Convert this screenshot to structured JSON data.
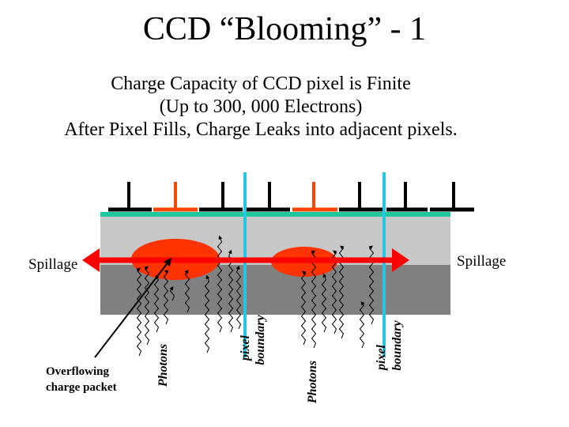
{
  "slide": {
    "title": "CCD “Blooming” - 1",
    "subtitle_lines": [
      "Charge Capacity of CCD pixel is Finite",
      "(Up to 300, 000 Electrons)",
      "After Pixel Fills, Charge Leaks into adjacent pixels."
    ]
  },
  "diagram": {
    "labels": {
      "spillage_left": "Spillage",
      "spillage_right": "Spillage",
      "overflow_line1": "Overflowing",
      "overflow_line2": "charge packet",
      "photons_1": "Photons",
      "photons_2": "Photons",
      "pixel_boundary_1_line1": "pixel",
      "pixel_boundary_1_line2": "boundary",
      "pixel_boundary_2_line1": "pixel",
      "pixel_boundary_2_line2": "boundary"
    },
    "colors": {
      "arrow": "#ff0000",
      "charge_packet": "#ff3300",
      "gate_active": "#ff4400",
      "gate_inactive": "#000000",
      "pixel_boundary": "#1ec8e6",
      "oxide_layer": "#20c8a0",
      "substrate_light": "#c8c8c8",
      "substrate_dark": "#808080"
    }
  }
}
